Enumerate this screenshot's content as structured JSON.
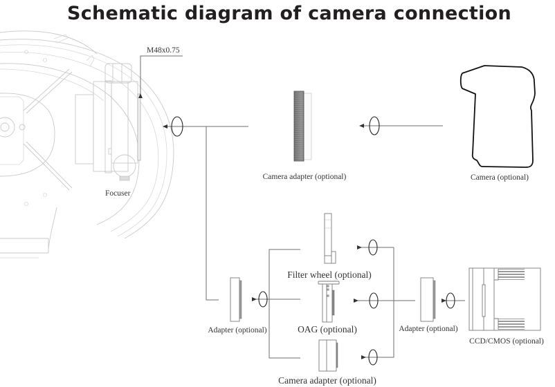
{
  "title": "Schematic diagram of camera connection",
  "labels": {
    "thread_spec": "M48x0.75",
    "focuser": "Focuser",
    "camera_adapter_top": "Camera adapter (optional)",
    "camera": "Camera (optional)",
    "filter_wheel": "Filter wheel (optional)",
    "adapter_left": "Adapter (optional)",
    "oag": "OAG (optional)",
    "adapter_right": "Adapter (optional)",
    "ccd_cmos": "CCD/CMOS (optional)",
    "camera_adapter_bottom": "Camera adapter (optional)"
  },
  "colors": {
    "title": "#231f20",
    "connector_line": "#6d6d6d",
    "telescope_line": "#c9c9c9",
    "camera_outline": "#111111"
  },
  "icons": {
    "rotation": "rotate-arrow-icon",
    "direction": "arrow-left-icon"
  }
}
